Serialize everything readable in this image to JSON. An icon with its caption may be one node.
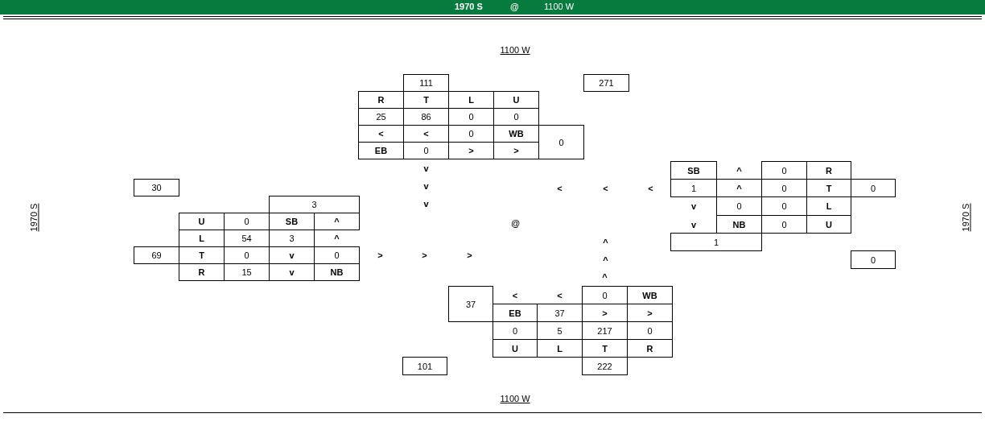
{
  "diagram": {
    "labels": [
      "1970 S",
      "@",
      "1100 W",
      "1100 W",
      "111",
      "271",
      "R",
      "T",
      "L",
      "U",
      "25",
      "86",
      "0",
      "0",
      "<",
      "<",
      "0",
      "WB",
      "0",
      "EB",
      "0",
      ">",
      ">",
      "v",
      "SB",
      "^",
      "0",
      "R",
      "30",
      "v",
      "<",
      "<",
      "<",
      "1",
      "^",
      "0",
      "T",
      "0",
      "3",
      "v",
      "v",
      "0",
      "0",
      "L",
      "U",
      "0",
      "SB",
      "^",
      "@",
      "v",
      "NB",
      "0",
      "U",
      "L",
      "54",
      "3",
      "^",
      "1",
      "^",
      "69",
      "T",
      "0",
      "v",
      "0",
      ">",
      ">",
      ">",
      "^",
      "0",
      "R",
      "15",
      "v",
      "NB",
      "^",
      "37",
      "<",
      "<",
      "0",
      "WB",
      "EB",
      "37",
      ">",
      ">",
      "0",
      "5",
      "217",
      "0",
      "U",
      "L",
      "T",
      "R",
      "101",
      "222",
      "1100 W",
      "1970 S",
      "1970 S"
    ]
  }
}
